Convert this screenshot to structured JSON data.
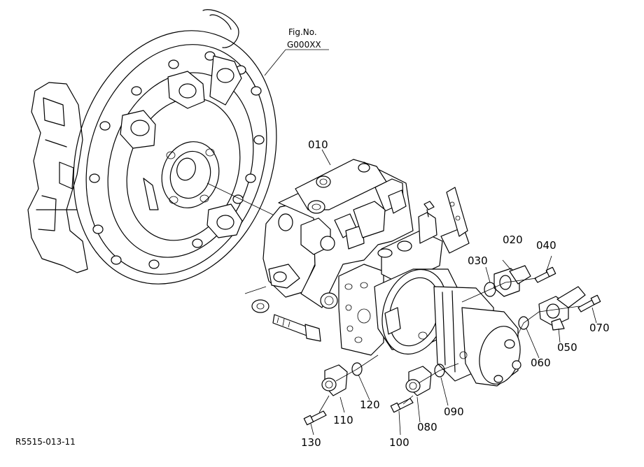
{
  "figure": {
    "ref_line1": "Fig.No.",
    "ref_line2": "G000XX",
    "drawing_code": "R5515-013-11"
  },
  "parts": [
    {
      "id": "010"
    },
    {
      "id": "020"
    },
    {
      "id": "030"
    },
    {
      "id": "040"
    },
    {
      "id": "050"
    },
    {
      "id": "060"
    },
    {
      "id": "070"
    },
    {
      "id": "080"
    },
    {
      "id": "090"
    },
    {
      "id": "100"
    },
    {
      "id": "110"
    },
    {
      "id": "120"
    },
    {
      "id": "130"
    }
  ]
}
